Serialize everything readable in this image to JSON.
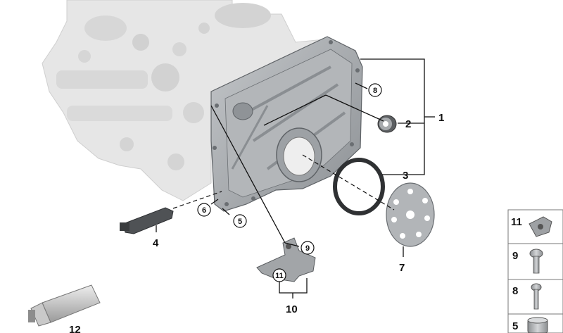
{
  "callouts": {
    "c1": "1",
    "c2": "2",
    "c3": "3",
    "c4": "4",
    "c5": "5",
    "c6": "6",
    "c7": "7",
    "c8": "8",
    "c9": "9",
    "c10": "10",
    "c11": "11",
    "c12": "12"
  },
  "side_panel": {
    "items": [
      "11",
      "9",
      "8",
      "5"
    ]
  },
  "colors": {
    "engine": "#e3e3e3",
    "cover": "#a9acaf",
    "cover_dark": "#7e8286",
    "line": "#111111"
  }
}
